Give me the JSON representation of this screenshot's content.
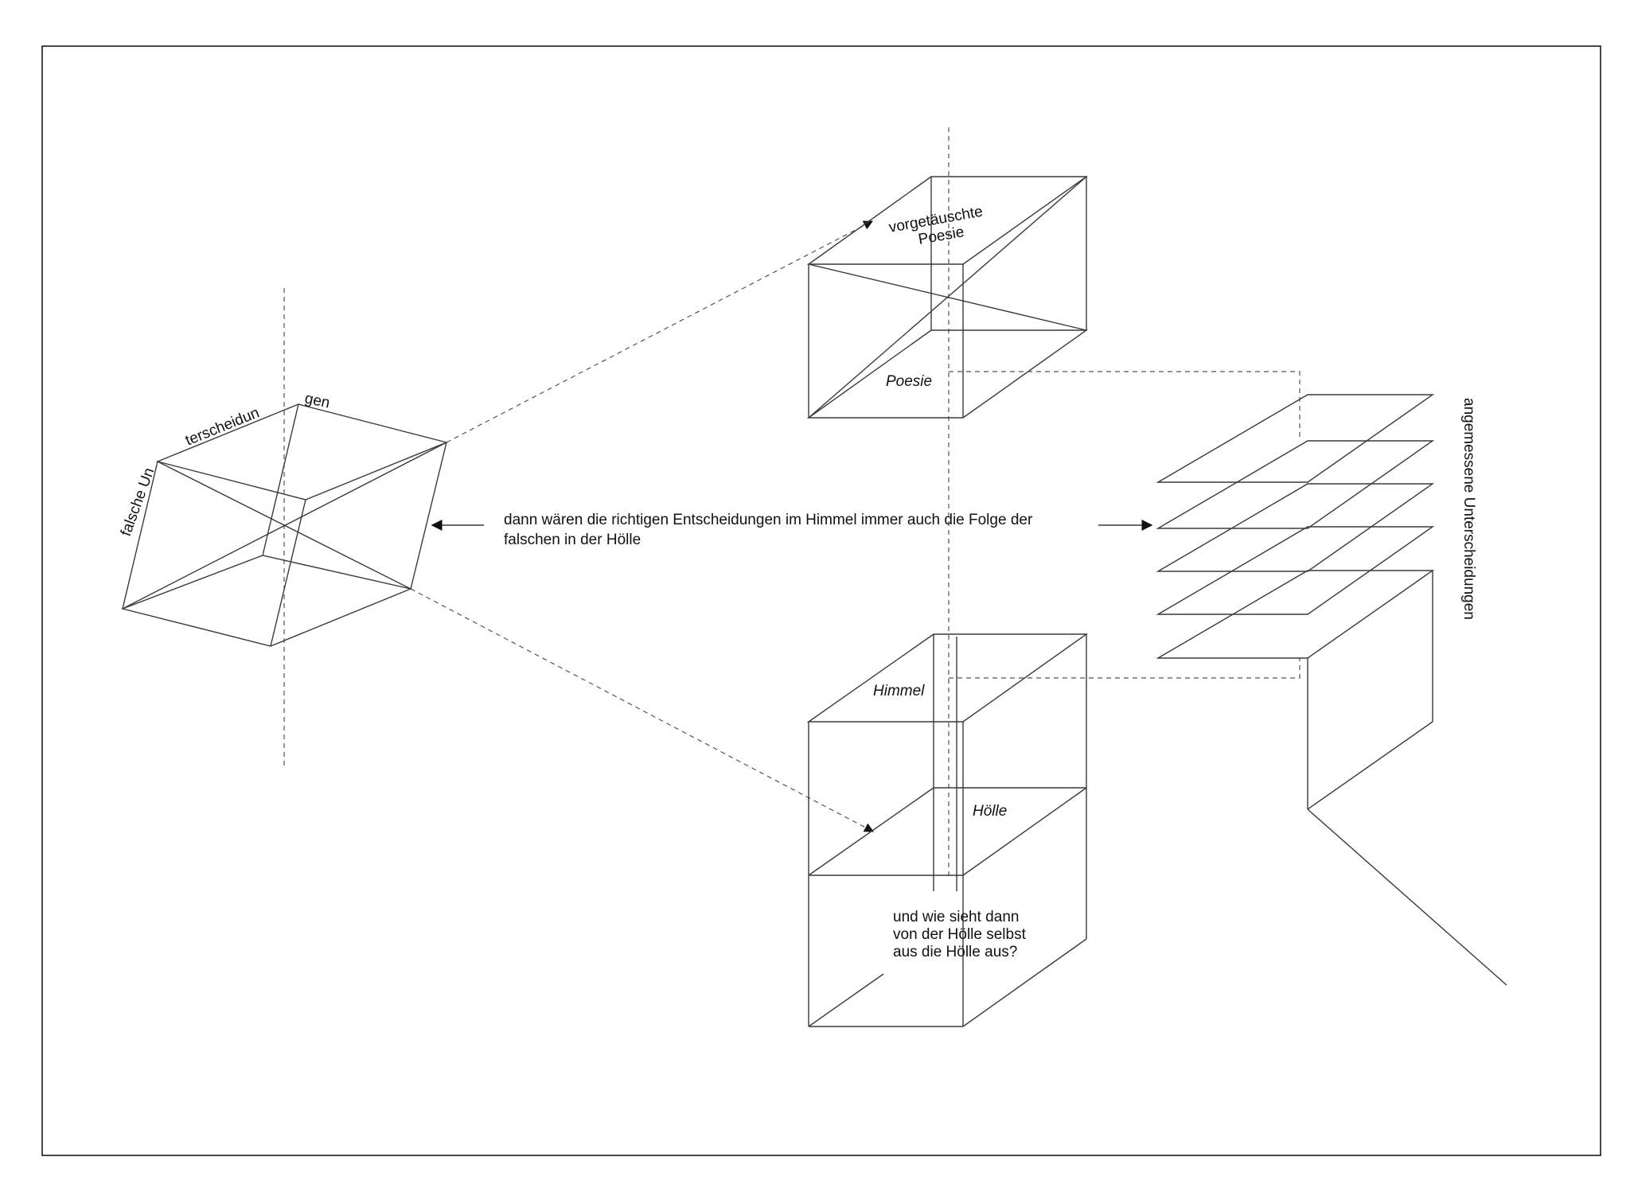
{
  "labels": {
    "falsche_un": "falsche Un",
    "terscheidun": "terscheidun",
    "gen": "gen",
    "vorgetaeuschte": "vorgetäuschte",
    "poesie_top": "Poesie",
    "poesie": "Poesie",
    "himmel": "Himmel",
    "hoelle": "Hölle",
    "central_line1": "dann wären die richtigen Entscheidungen im Himmel immer auch die Folge der",
    "central_line2": "falschen in der Hölle",
    "question_line1": "und wie sieht dann",
    "question_line2": "von der Hölle selbst",
    "question_line3": "aus die Hölle aus?",
    "angemessene": "angemessene Unterscheidungen"
  }
}
